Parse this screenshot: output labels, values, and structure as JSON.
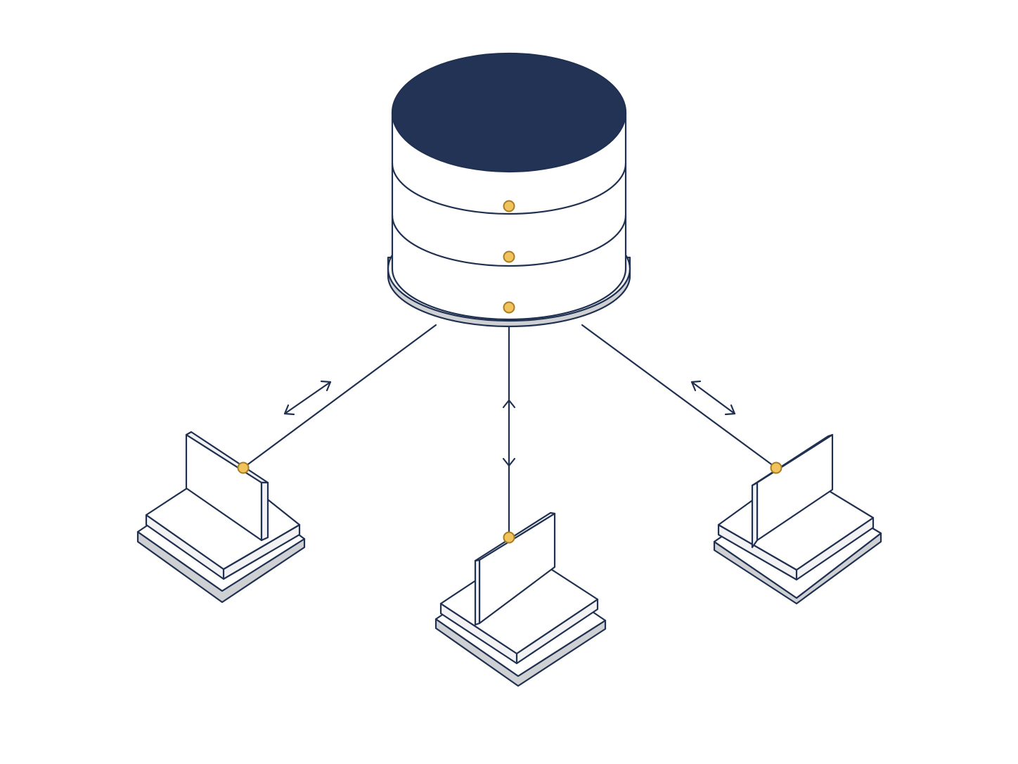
{
  "diagram": {
    "type": "network-topology",
    "central_node": "database-cylinder",
    "client_nodes": [
      "laptop-left",
      "laptop-center",
      "laptop-right"
    ],
    "connections": [
      {
        "from": "database",
        "to": "laptop-left",
        "direction": "bidirectional"
      },
      {
        "from": "database",
        "to": "laptop-center",
        "direction": "bidirectional"
      },
      {
        "from": "database",
        "to": "laptop-right",
        "direction": "bidirectional"
      }
    ]
  },
  "colors": {
    "stroke": "#1f3050",
    "db_top": "#223356",
    "base_shadow": "#cfd0d4",
    "face_light": "#f2f2f4",
    "white": "#ffffff",
    "dot_fill": "#f1c35c",
    "dot_stroke": "#a97d26"
  }
}
